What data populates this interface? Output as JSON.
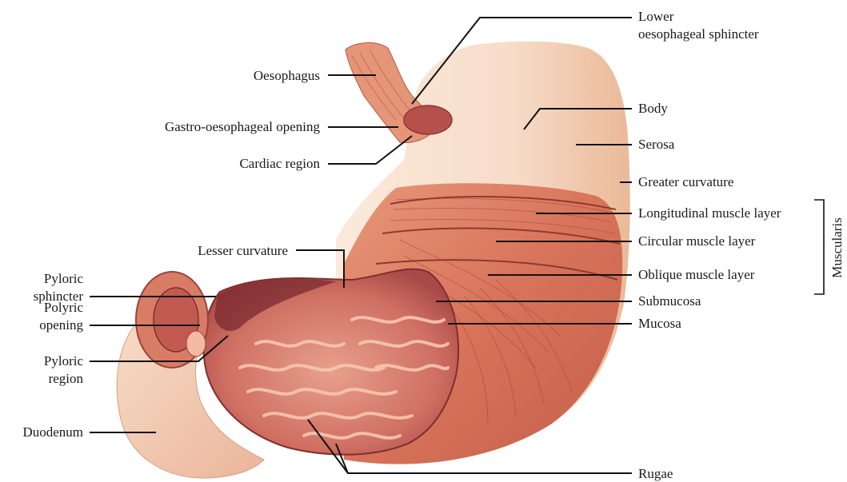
{
  "colors": {
    "serosa": "#f6d9c4",
    "muscle": "#d9785c",
    "muscle_dark": "#b44f3a",
    "mucosa": "#c9655b",
    "rugae": "#f3c2ae",
    "lumen": "#8e3b3c",
    "duodenum": "#f4cdb6",
    "line": "#111111"
  },
  "labels": {
    "lower_sphincter_1": "Lower",
    "lower_sphincter_2": "oesophageal sphincter",
    "oesophagus": "Oesophagus",
    "gastro_opening": "Gastro-oesophageal opening",
    "cardiac_region": "Cardiac region",
    "body": "Body",
    "serosa": "Serosa",
    "greater_curvature": "Greater curvature",
    "longitudinal": "Longitudinal muscle layer",
    "circular": "Circular muscle layer",
    "oblique": "Oblique muscle layer",
    "submucosa": "Submucosa",
    "mucosa": "Mucosa",
    "muscularis": "Muscularis",
    "lesser_curvature": "Lesser curvature",
    "pyloric_sphincter_1": "Pyloric",
    "pyloric_sphincter_2": "sphincter",
    "polyric_opening_1": "Polyric",
    "polyric_opening_2": "opening",
    "pyloric_region_1": "Pyloric",
    "pyloric_region_2": "region",
    "duodenum": "Duodenum",
    "rugae": "Rugae"
  }
}
